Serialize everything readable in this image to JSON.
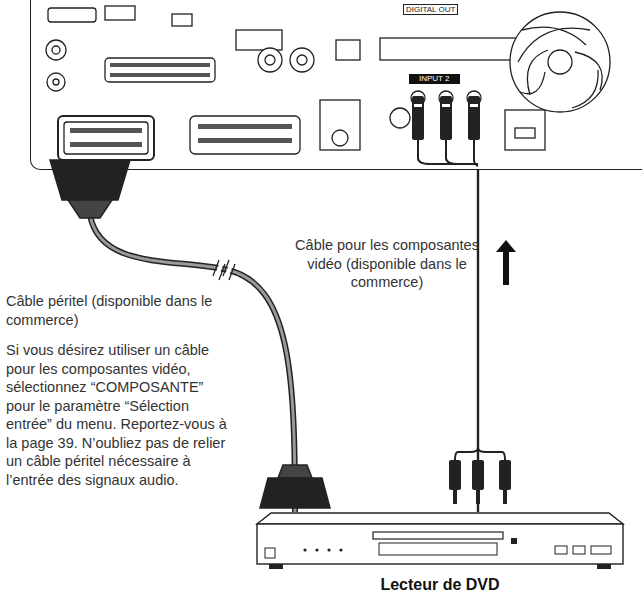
{
  "diagram": {
    "nodes": [
      {
        "text": [
          "DIGITAL OUT",
          "INPUT 2"
        ]
      },
      {
        "text": [
          "Lecteur de DVD"
        ]
      }
    ],
    "edges": [
      {
        "from": 1,
        "to": 0,
        "arrow": "none"
      },
      {
        "from": 1,
        "to": 0,
        "arrow": "none"
      }
    ],
    "labels": [
      "Câble pour les composantes vidéo (disponible dans le commerce)",
      "Câble péritel (disponible dans le commerce)",
      "Si vous désirez utiliser un câble pour les composantes vidéo, sélectionnez “COMPOSANTE” pour le paramètre “Sélection entrée” du menu. Reportez-vous à la page 39. N’oubliez pas de relier un câble péritel nécessaire à l’entrée des signaux audio."
    ]
  }
}
